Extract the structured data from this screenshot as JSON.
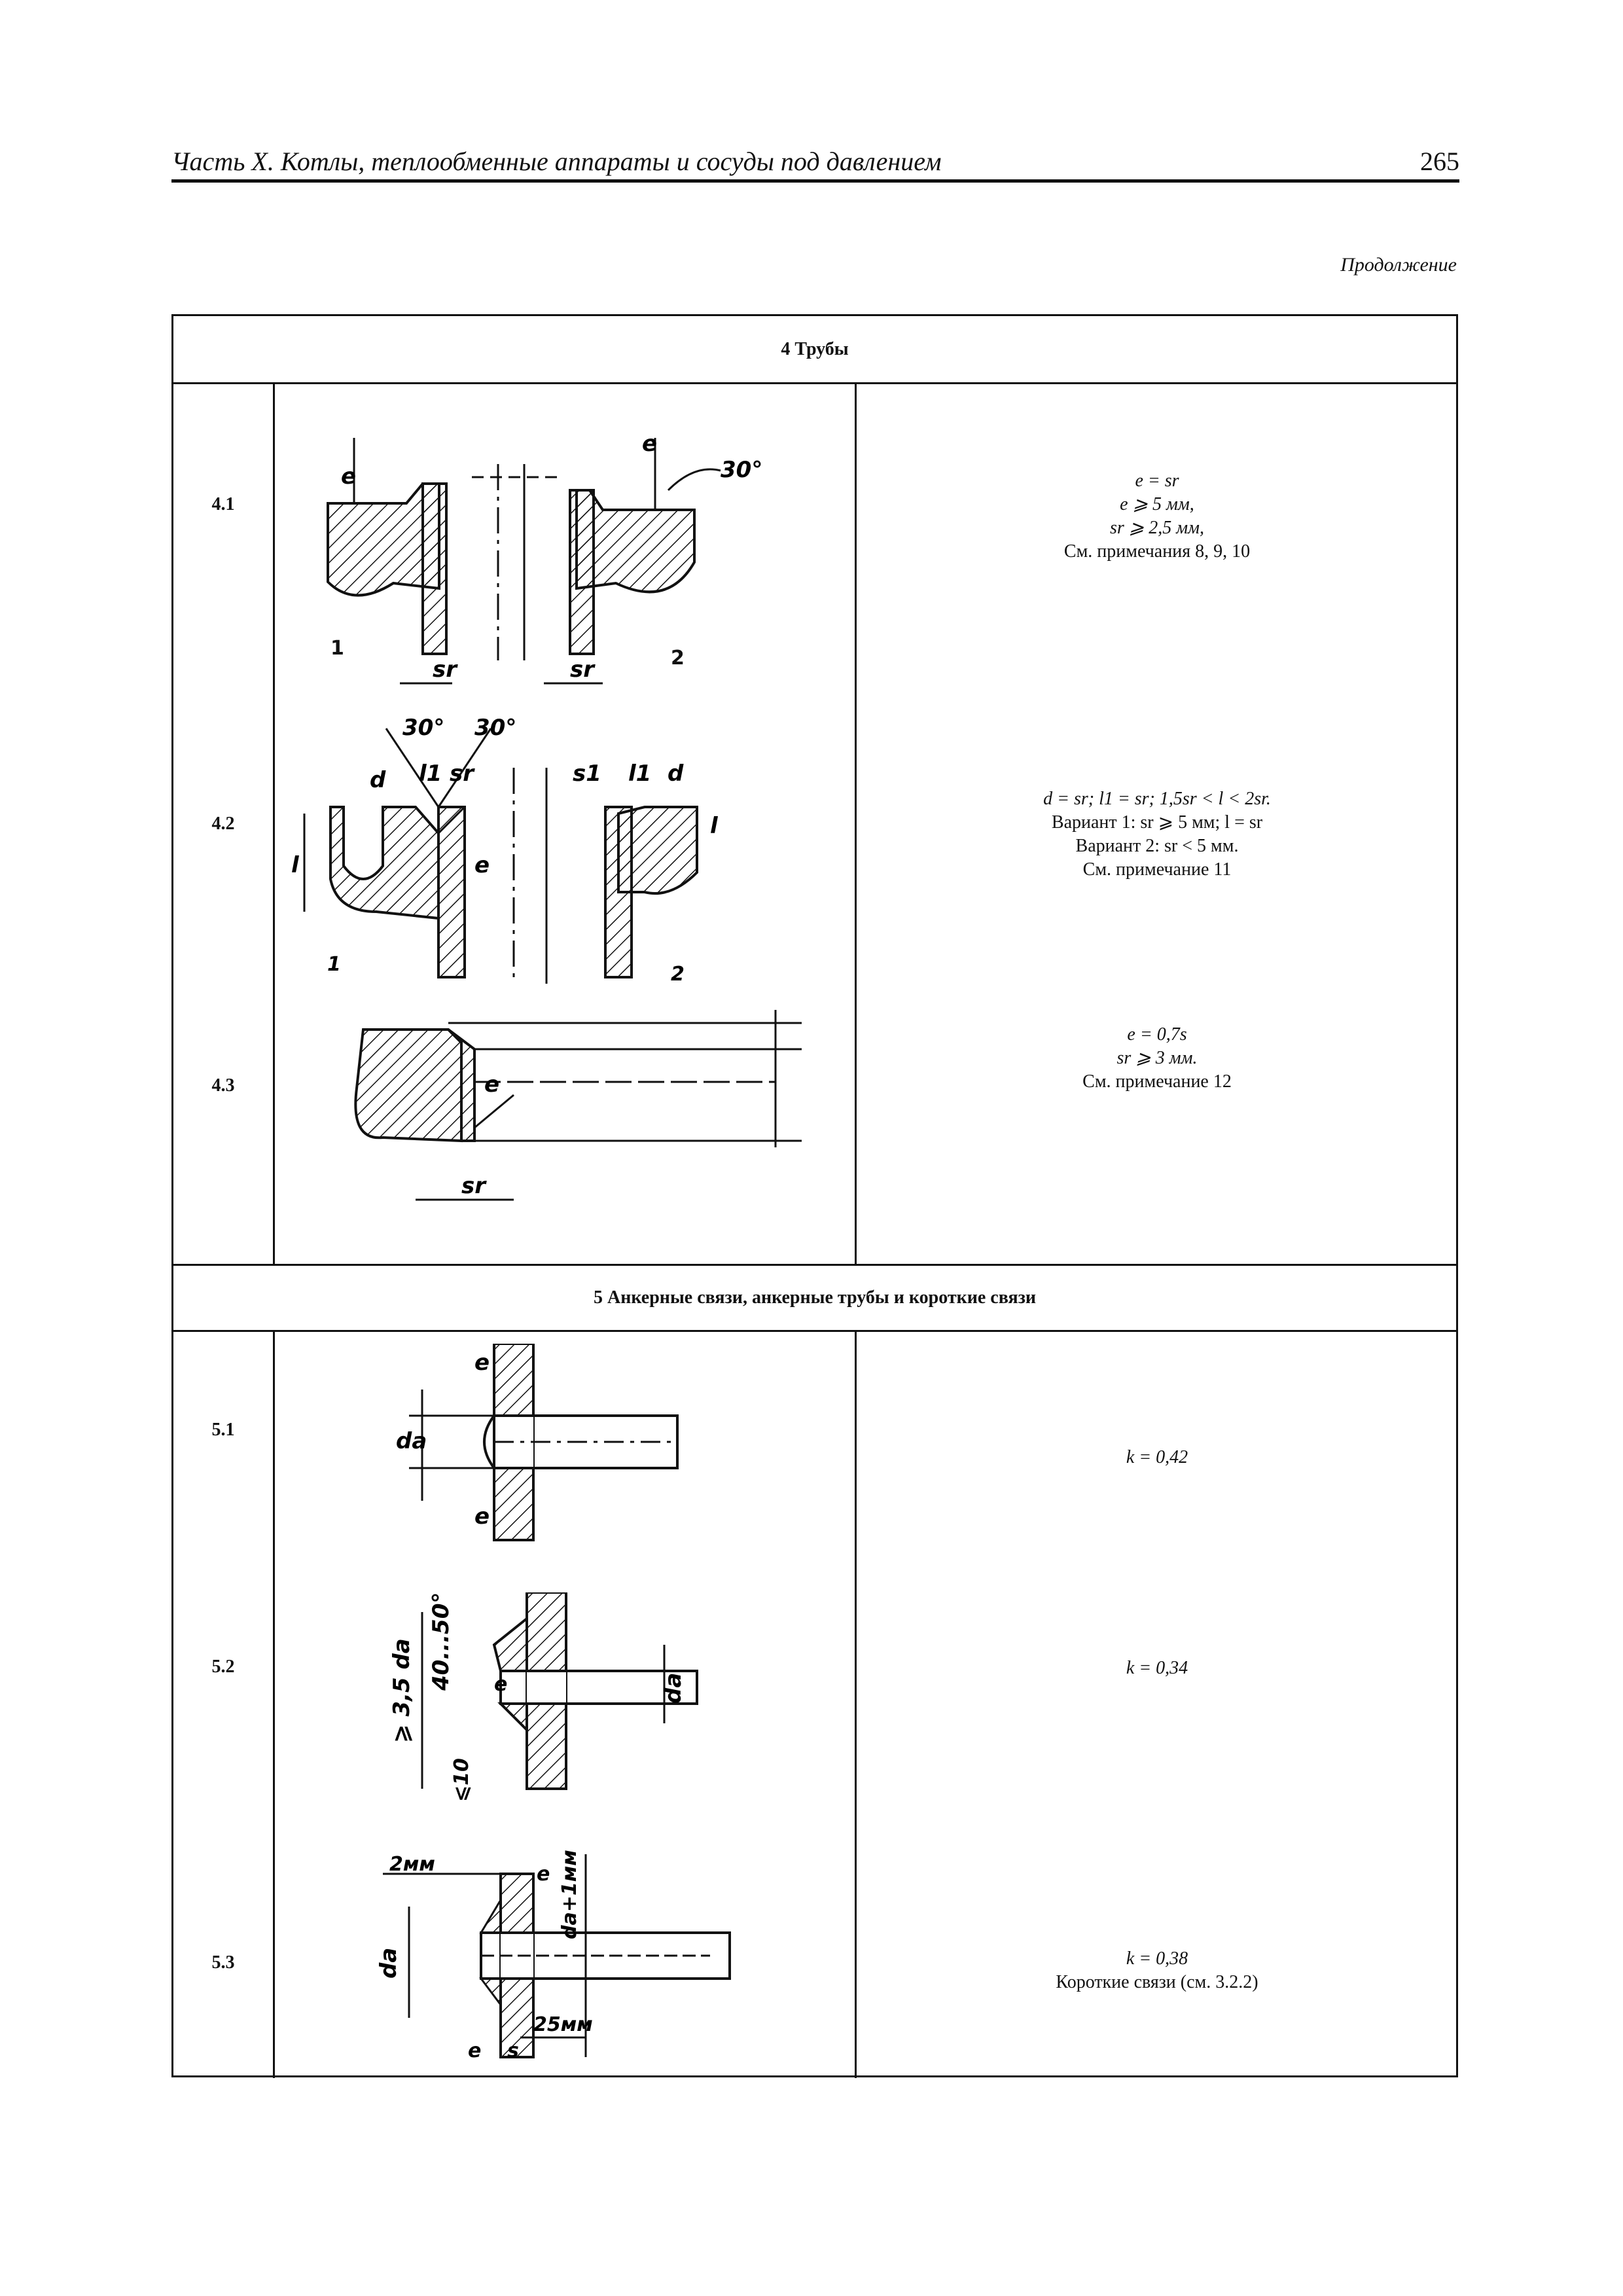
{
  "header": {
    "title": "Часть X. Котлы, теплообменные аппараты и сосуды под давлением",
    "page_number": "265"
  },
  "continued_label": "Продолжение",
  "sections": [
    {
      "title": "4 Трубы",
      "rows": [
        {
          "num": "4.1",
          "lines": [
            "e = sr",
            "e ⩾ 5 мм,",
            "sr ⩾ 2,5 мм,",
            "См. примечания 8, 9, 10"
          ],
          "fig_labels": [
            "e",
            "e",
            "30°",
            "sr",
            "sr",
            "1",
            "2"
          ]
        },
        {
          "num": "4.2",
          "lines": [
            "d = sr; l1 = sr; 1,5sr < l < 2sr.",
            "Вариант 1: sr ⩾ 5 мм; l = sr",
            "Вариант 2: sr < 5 мм.",
            "См. примечание 11"
          ],
          "fig_labels": [
            "30°",
            "30°",
            "d",
            "l1",
            "sr",
            "l",
            "e",
            "s1",
            "l1",
            "d",
            "l",
            "1",
            "2"
          ]
        },
        {
          "num": "4.3",
          "lines": [
            "e = 0,7s",
            "sr ⩾ 3 мм.",
            "См. примечание 12"
          ],
          "fig_labels": [
            "e",
            "sr"
          ]
        }
      ]
    },
    {
      "title": "5 Анкерные связи, анкерные трубы и короткие связи",
      "rows": [
        {
          "num": "5.1",
          "lines": [
            "k = 0,42"
          ],
          "fig_labels": [
            "e",
            "da",
            "e"
          ]
        },
        {
          "num": "5.2",
          "lines": [
            "k = 0,34"
          ],
          "fig_labels": [
            "40...50°",
            "⩾ 3,5 da",
            "e",
            "da",
            "⩽10"
          ]
        },
        {
          "num": "5.3",
          "lines": [
            "k = 0,38",
            "Короткие связи (см. 3.2.2)"
          ],
          "fig_labels": [
            "2мм",
            "e",
            "da+1мм",
            "da",
            "25мм",
            "e",
            "s"
          ]
        }
      ]
    }
  ]
}
